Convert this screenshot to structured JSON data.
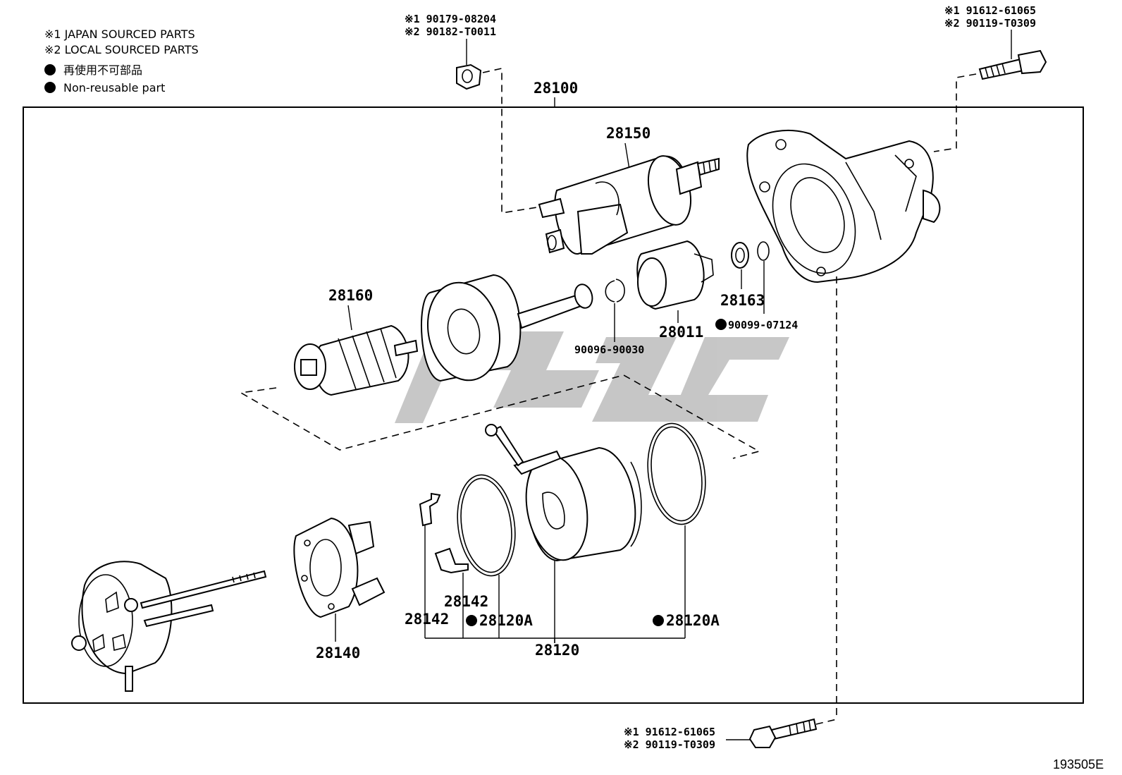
{
  "legend": {
    "japan": "※1 JAPAN SOURCED PARTS",
    "local": "※2  LOCAL SOURCED PARTS",
    "nonreuse_jp": "再使用不可部品",
    "nonreuse_en": "Non-reusable part"
  },
  "top_center": {
    "l1": "※1 90179-08204",
    "l2": "※2 90182-T0011"
  },
  "top_right": {
    "l1": "※1 91612-61065",
    "l2": "※2 90119-T0309"
  },
  "bottom_bolt": {
    "l1": "※1 91612-61065",
    "l2": "※2 90119-T0309"
  },
  "parts": {
    "p28100": "28100",
    "p28150": "28150",
    "p28160": "28160",
    "p28163": "28163",
    "p28011": "28011",
    "p90099": "90099-07124",
    "p90096": "90096-90030",
    "p28140": "28140",
    "p28142a": "28142",
    "p28142b": "28142",
    "p28120a_left": "28120A",
    "p28120a_right": "28120A",
    "p28120": "28120"
  },
  "reference": "193505E",
  "colors": {
    "line": "#000000",
    "watermark": "#bdbdbd",
    "background": "#ffffff"
  }
}
